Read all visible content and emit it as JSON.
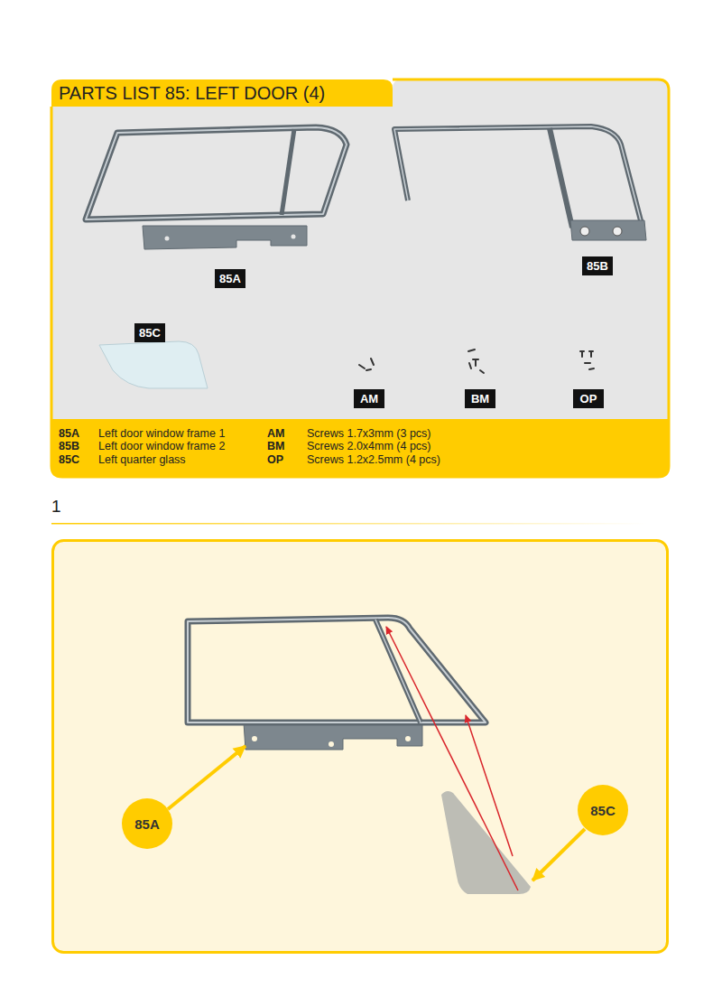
{
  "diagram": {
    "title": "PARTS LIST 85: LEFT DOOR (4)",
    "nodes": [
      {
        "text": [
          "85A"
        ]
      },
      {
        "text": [
          "85B"
        ]
      },
      {
        "text": [
          "85C"
        ]
      },
      {
        "text": [
          "AM"
        ]
      },
      {
        "text": [
          "BM"
        ]
      },
      {
        "text": [
          "OP"
        ]
      },
      {
        "text": [
          "85A"
        ]
      },
      {
        "text": [
          "85C"
        ]
      }
    ],
    "labels": [
      "85A",
      "Left door window frame 1",
      "AM",
      "Screws 1.7x3mm (3 pcs)",
      "85B",
      "Left door window frame 2",
      "BM",
      "Screws 2.0x4mm (4 pcs)",
      "85C",
      "Left quarter glass",
      "OP",
      "Screws 1.2x2.5mm (4 pcs)",
      "1"
    ]
  }
}
